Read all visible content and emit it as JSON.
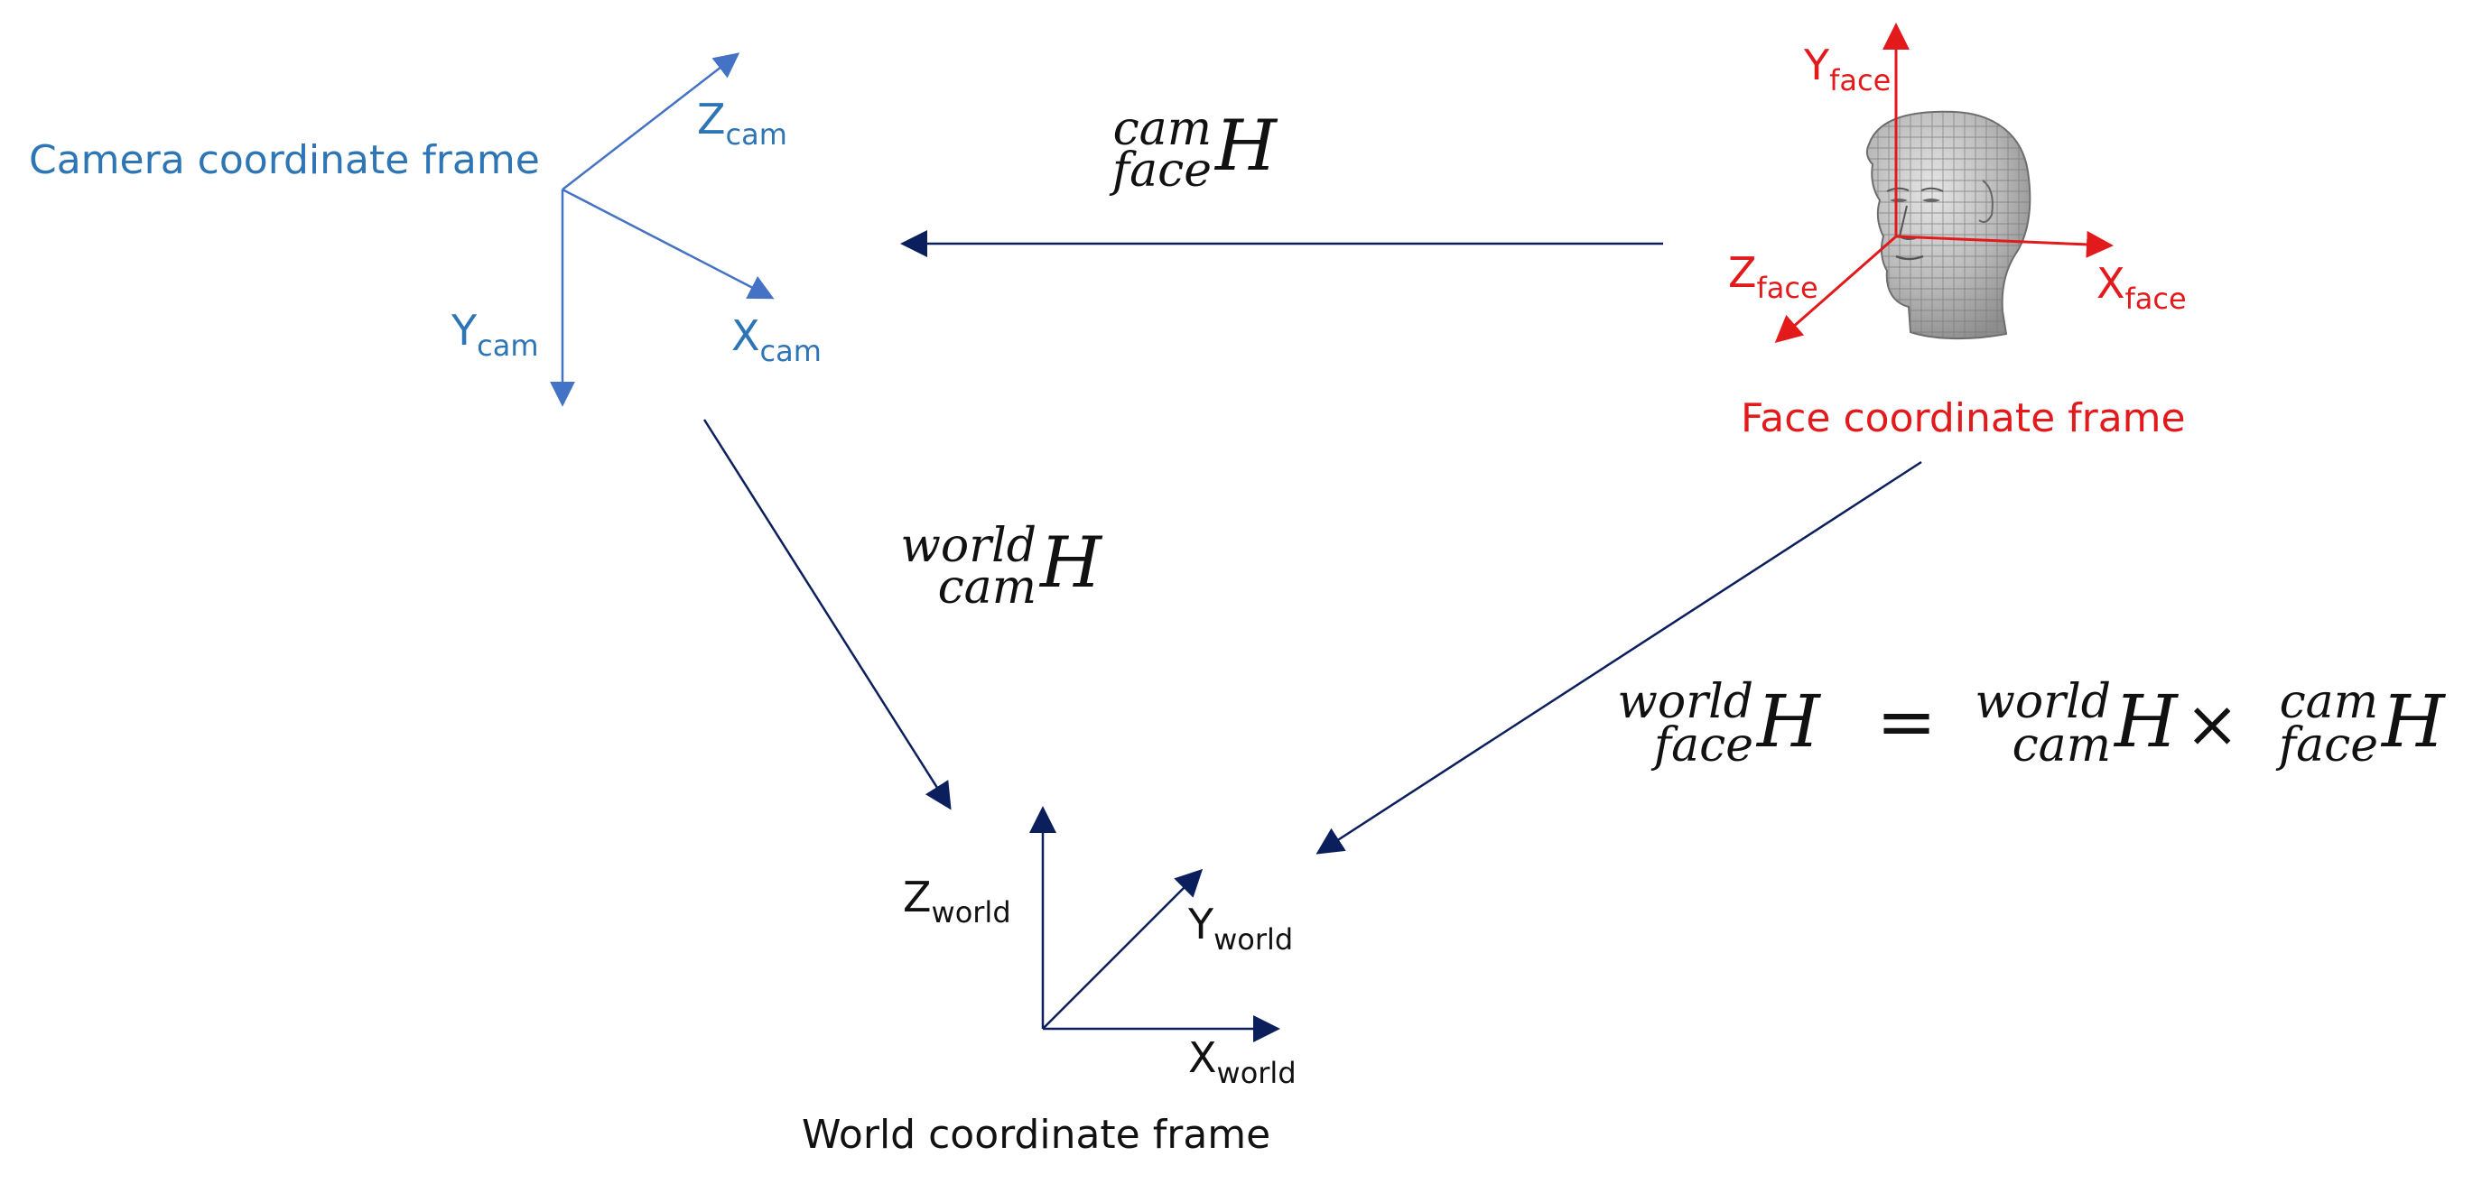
{
  "colors": {
    "camera": "#2E75B6",
    "camera_axis": "#4472C4",
    "face": "#E31A1C",
    "transform": "#0B1F5C",
    "text": "#111111"
  },
  "camera_frame": {
    "title": "Camera coordinate frame",
    "axes": [
      {
        "base": "Z",
        "sub": "cam"
      },
      {
        "base": "X",
        "sub": "cam"
      },
      {
        "base": "Y",
        "sub": "cam"
      }
    ]
  },
  "face_frame": {
    "title": "Face coordinate frame",
    "icon": "head-mesh-icon",
    "axes": [
      {
        "base": "Y",
        "sub": "face"
      },
      {
        "base": "Z",
        "sub": "face"
      },
      {
        "base": "X",
        "sub": "face"
      }
    ]
  },
  "world_frame": {
    "title": "World coordinate frame",
    "axes": [
      {
        "base": "Z",
        "sub": "world"
      },
      {
        "base": "Y",
        "sub": "world"
      },
      {
        "base": "X",
        "sub": "world"
      }
    ]
  },
  "transforms": {
    "face_to_cam": {
      "sup": "cam",
      "sub": "face",
      "sym": "H"
    },
    "cam_to_world": {
      "sup": "world",
      "sub": "cam",
      "sym": "H"
    },
    "equation": {
      "lhs": {
        "sup": "world",
        "sub": "face",
        "sym": "H"
      },
      "eq": "=",
      "t1": {
        "sup": "world",
        "sub": "cam",
        "sym": "H"
      },
      "times": "×",
      "t2": {
        "sup": "cam",
        "sub": "face",
        "sym": "H"
      }
    }
  }
}
